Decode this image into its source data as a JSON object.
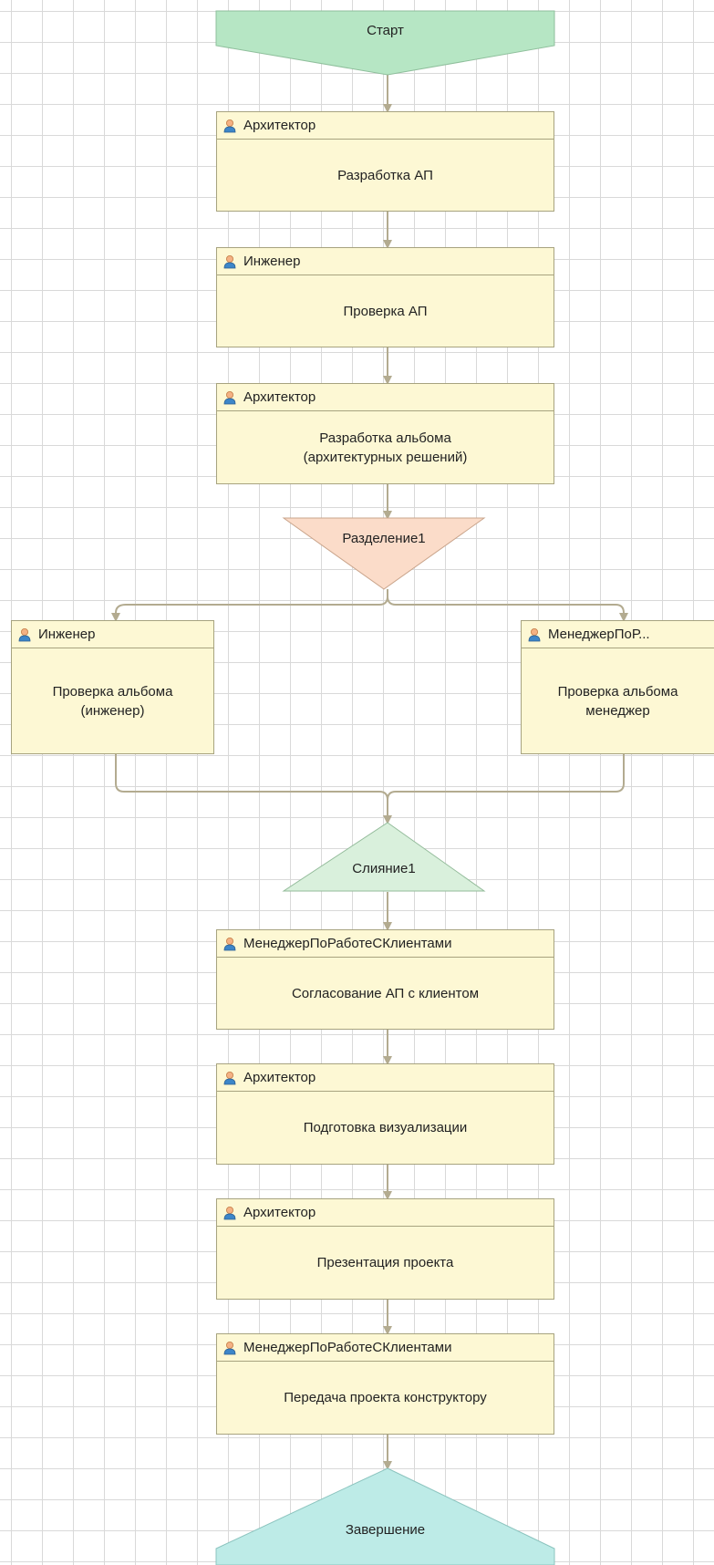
{
  "colors": {
    "start": "#b6e6c4",
    "split": "#fbdcc9",
    "merge": "#d9f0dc",
    "end": "#bdebe7",
    "task_fill": "#fdf8d4",
    "task_border": "#a7a37f",
    "connector": "#b3ab90"
  },
  "icons": {
    "performer": "user-icon"
  },
  "start": {
    "label": "Старт"
  },
  "split": {
    "label": "Разделение1"
  },
  "merge": {
    "label": "Слияние1"
  },
  "end": {
    "label": "Завершение"
  },
  "tasks": [
    {
      "role": "Архитектор",
      "title": "Разработка АП"
    },
    {
      "role": "Инженер",
      "title": "Проверка АП"
    },
    {
      "role": "Архитектор",
      "title": "Разработка альбома\n(архитектурных решений)"
    },
    {
      "role": "Инженер",
      "title": "Проверка альбома\n(инженер)"
    },
    {
      "role": "МенеджерПоР...",
      "title": "Проверка альбома\nменеджер"
    },
    {
      "role": "МенеджерПоРаботеСКлиентами",
      "title": "Согласование АП с клиентом"
    },
    {
      "role": "Архитектор",
      "title": "Подготовка визуализации"
    },
    {
      "role": "Архитектор",
      "title": "Презентация проекта"
    },
    {
      "role": "МенеджерПоРаботеСКлиентами",
      "title": "Передача проекта конструктору"
    }
  ]
}
